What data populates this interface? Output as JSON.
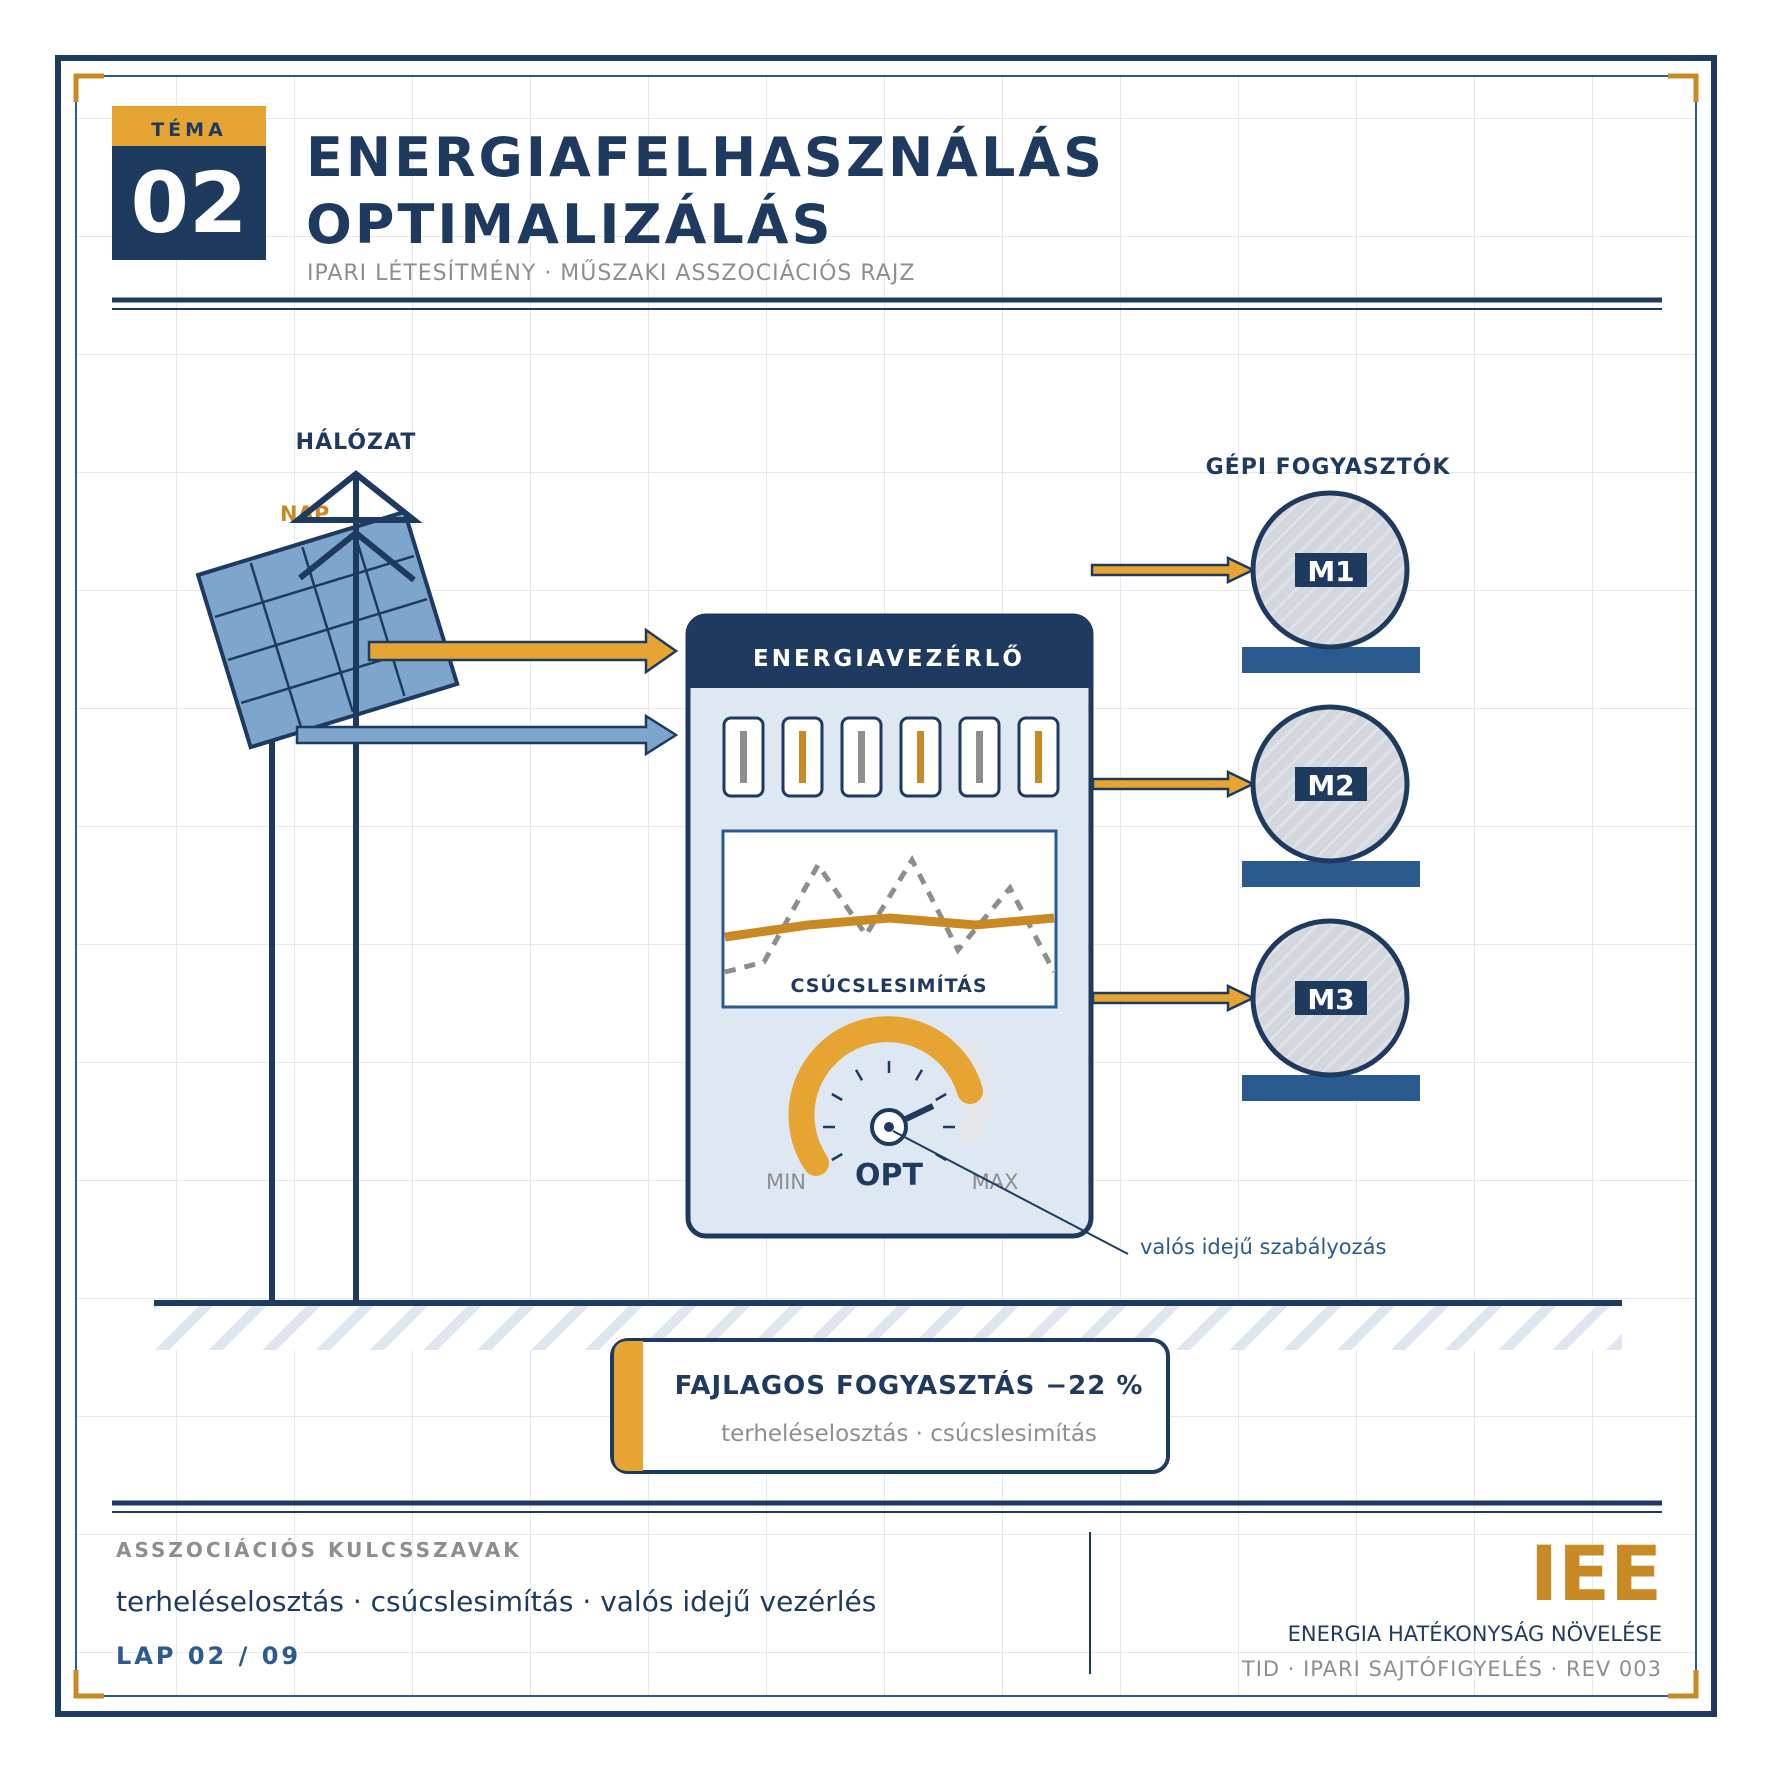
{
  "colors": {
    "navy": "#1f3a5f",
    "accent_orange": "#e6a532",
    "dark_orange": "#c98a25",
    "light_blue": "#7ea6cc",
    "panel_fill": "#dde8f3",
    "motor_fill": "#d4d8de",
    "base_blue": "#2b5a8f",
    "grey_text": "#8e8e8e",
    "grid": "#e3eaf2"
  },
  "header": {
    "badge_label": "TÉMA",
    "badge_number": "02",
    "title_line1": "ENERGIAFELHASZNÁLÁS",
    "title_line2": "OPTIMALIZÁLÁS",
    "subtitle": "IPARI LÉTESÍTMÉNY · MŰSZAKI ASSZOCIÁCIÓS RAJZ"
  },
  "diagram": {
    "grid_label": "HÁLÓZAT",
    "solar_label": "NAP",
    "controller_title": "ENERGIAVEZÉRLŐ",
    "chart_label": "CSÚCSLESIMÍTÁS",
    "gauge_opt": "OPT",
    "gauge_min": "MIN",
    "gauge_max": "MAX",
    "callout": "valós idejű szabályozás",
    "consumers_title": "GÉPI FOGYASZTÓK",
    "motors": [
      "M1",
      "M2",
      "M3"
    ],
    "indicator_colors": [
      "grey",
      "orange",
      "grey",
      "orange",
      "grey",
      "orange"
    ]
  },
  "result": {
    "title": "FAJLAGOS FOGYASZTÁS −22 %",
    "subtitle": "terheléselosztás · csúcslesimítás"
  },
  "footer": {
    "keywords_title": "ASSZOCIÁCIÓS KULCSSZAVAK",
    "keywords": "terheléselosztás · csúcslesimítás · valós idejű vezérlés",
    "page": "LAP 02 / 09",
    "logo": "IEE",
    "org_name": "ENERGIA HATÉKONYSÁG NÖVELÉSE",
    "org_meta": "TID · IPARI SAJTÓFIGYELÉS · REV 003"
  }
}
